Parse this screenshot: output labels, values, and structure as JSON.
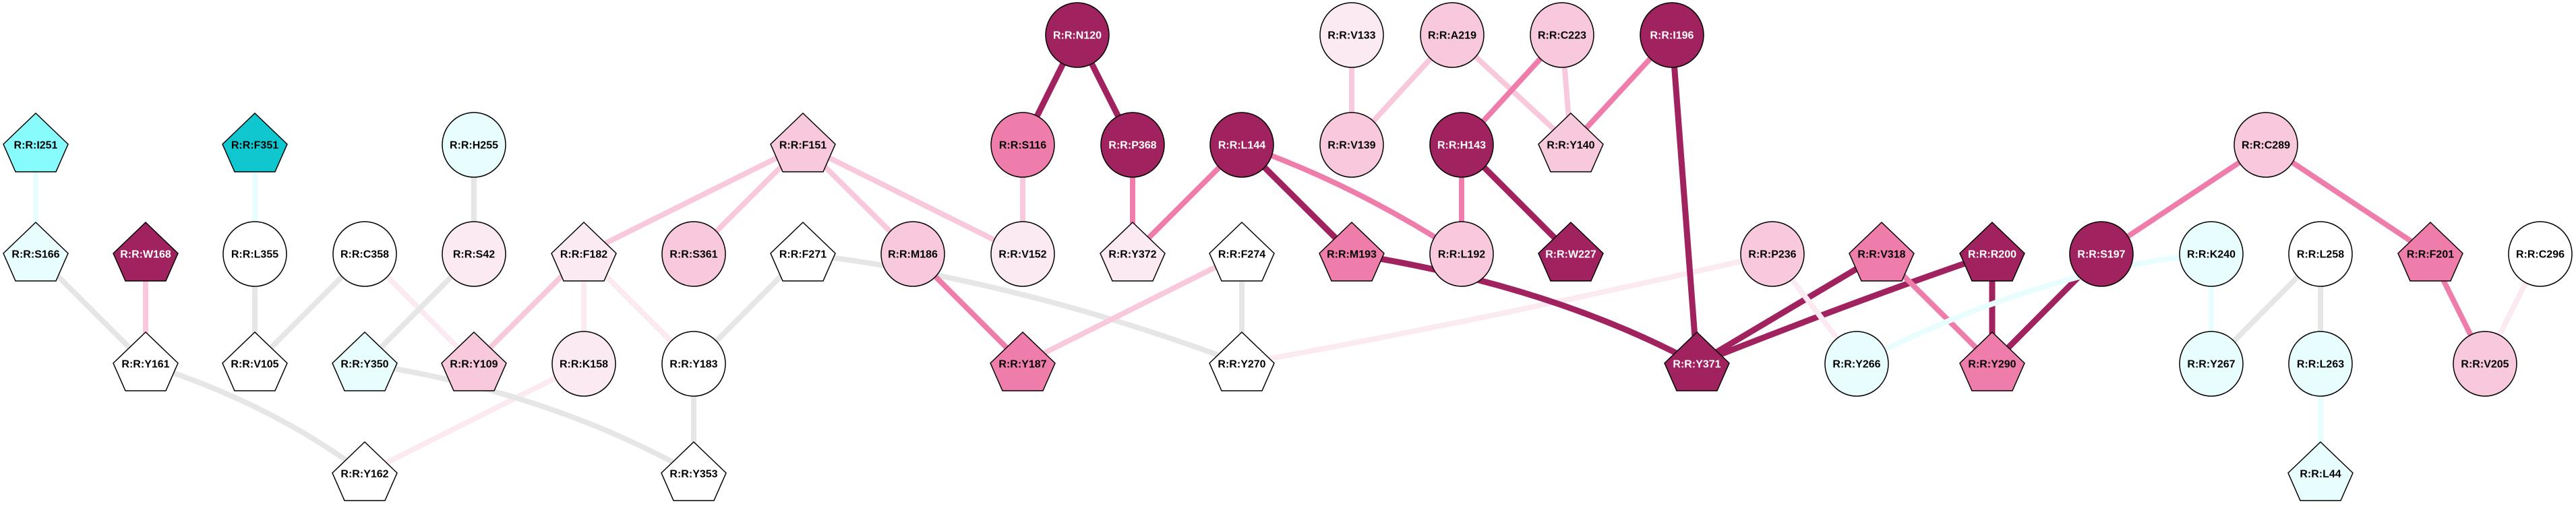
{
  "colors": {
    "dark": "#A0235F",
    "mid": "#EF7DAB",
    "light": "#F8C8DC",
    "verylight": "#FBEAF2",
    "white": "#FFFFFF",
    "lightcyan": "#E8FDFD",
    "cyan": "#88FCFC",
    "teal": "#10C7D0",
    "gray": "#E6E6E6"
  },
  "nodes": [
    {
      "id": "I251",
      "label": "R:R:I251",
      "shape": "pentagon",
      "fill": "cyan"
    },
    {
      "id": "F351",
      "label": "R:R:F351",
      "shape": "pentagon",
      "fill": "teal"
    },
    {
      "id": "H255",
      "label": "R:R:H255",
      "shape": "ellipse",
      "fill": "lightcyan"
    },
    {
      "id": "F151",
      "label": "R:R:F151",
      "shape": "pentagon",
      "fill": "light"
    },
    {
      "id": "N120",
      "label": "R:R:N120",
      "shape": "ellipse",
      "fill": "dark"
    },
    {
      "id": "S116",
      "label": "R:R:S116",
      "shape": "ellipse",
      "fill": "mid"
    },
    {
      "id": "P368",
      "label": "R:R:P368",
      "shape": "ellipse",
      "fill": "dark"
    },
    {
      "id": "L144",
      "label": "R:R:L144",
      "shape": "ellipse",
      "fill": "dark"
    },
    {
      "id": "V133",
      "label": "R:R:V133",
      "shape": "ellipse",
      "fill": "verylight"
    },
    {
      "id": "V139",
      "label": "R:R:V139",
      "shape": "ellipse",
      "fill": "light"
    },
    {
      "id": "A219",
      "label": "R:R:A219",
      "shape": "ellipse",
      "fill": "light"
    },
    {
      "id": "C223",
      "label": "R:R:C223",
      "shape": "ellipse",
      "fill": "light"
    },
    {
      "id": "I196",
      "label": "R:R:I196",
      "shape": "ellipse",
      "fill": "dark"
    },
    {
      "id": "H143",
      "label": "R:R:H143",
      "shape": "ellipse",
      "fill": "dark"
    },
    {
      "id": "Y140",
      "label": "R:R:Y140",
      "shape": "pentagon",
      "fill": "light"
    },
    {
      "id": "C289",
      "label": "R:R:C289",
      "shape": "ellipse",
      "fill": "light"
    },
    {
      "id": "S166",
      "label": "R:R:S166",
      "shape": "pentagon",
      "fill": "lightcyan"
    },
    {
      "id": "W168",
      "label": "R:R:W168",
      "shape": "pentagon",
      "fill": "dark"
    },
    {
      "id": "L355",
      "label": "R:R:L355",
      "shape": "ellipse",
      "fill": "white"
    },
    {
      "id": "C358",
      "label": "R:R:C358",
      "shape": "ellipse",
      "fill": "white"
    },
    {
      "id": "S42",
      "label": "R:R:S42",
      "shape": "ellipse",
      "fill": "verylight"
    },
    {
      "id": "F182",
      "label": "R:R:F182",
      "shape": "pentagon",
      "fill": "verylight"
    },
    {
      "id": "S361",
      "label": "R:R:S361",
      "shape": "ellipse",
      "fill": "light"
    },
    {
      "id": "F271",
      "label": "R:R:F271",
      "shape": "pentagon",
      "fill": "white"
    },
    {
      "id": "M186",
      "label": "R:R:M186",
      "shape": "ellipse",
      "fill": "light"
    },
    {
      "id": "V152",
      "label": "R:R:V152",
      "shape": "ellipse",
      "fill": "verylight"
    },
    {
      "id": "Y372",
      "label": "R:R:Y372",
      "shape": "pentagon",
      "fill": "verylight"
    },
    {
      "id": "F274",
      "label": "R:R:F274",
      "shape": "pentagon",
      "fill": "white"
    },
    {
      "id": "M193",
      "label": "R:R:M193",
      "shape": "pentagon",
      "fill": "mid"
    },
    {
      "id": "L192",
      "label": "R:R:L192",
      "shape": "ellipse",
      "fill": "light"
    },
    {
      "id": "W227",
      "label": "R:R:W227",
      "shape": "pentagon",
      "fill": "dark"
    },
    {
      "id": "P236",
      "label": "R:R:P236",
      "shape": "ellipse",
      "fill": "light"
    },
    {
      "id": "V318",
      "label": "R:R:V318",
      "shape": "pentagon",
      "fill": "mid"
    },
    {
      "id": "R200",
      "label": "R:R:R200",
      "shape": "pentagon",
      "fill": "dark"
    },
    {
      "id": "S197",
      "label": "R:R:S197",
      "shape": "ellipse",
      "fill": "dark"
    },
    {
      "id": "K240",
      "label": "R:R:K240",
      "shape": "ellipse",
      "fill": "lightcyan"
    },
    {
      "id": "L258",
      "label": "R:R:L258",
      "shape": "ellipse",
      "fill": "white"
    },
    {
      "id": "F201",
      "label": "R:R:F201",
      "shape": "pentagon",
      "fill": "mid"
    },
    {
      "id": "C296",
      "label": "R:R:C296",
      "shape": "ellipse",
      "fill": "white"
    },
    {
      "id": "Y161",
      "label": "R:R:Y161",
      "shape": "pentagon",
      "fill": "white"
    },
    {
      "id": "V105",
      "label": "R:R:V105",
      "shape": "pentagon",
      "fill": "white"
    },
    {
      "id": "Y350",
      "label": "R:R:Y350",
      "shape": "pentagon",
      "fill": "lightcyan"
    },
    {
      "id": "Y109",
      "label": "R:R:Y109",
      "shape": "pentagon",
      "fill": "light"
    },
    {
      "id": "K158",
      "label": "R:R:K158",
      "shape": "ellipse",
      "fill": "verylight"
    },
    {
      "id": "Y183",
      "label": "R:R:Y183",
      "shape": "ellipse",
      "fill": "white"
    },
    {
      "id": "Y187",
      "label": "R:R:Y187",
      "shape": "pentagon",
      "fill": "mid"
    },
    {
      "id": "Y270",
      "label": "R:R:Y270",
      "shape": "pentagon",
      "fill": "white"
    },
    {
      "id": "Y371",
      "label": "R:R:Y371",
      "shape": "pentagon",
      "fill": "dark"
    },
    {
      "id": "Y266",
      "label": "R:R:Y266",
      "shape": "ellipse",
      "fill": "lightcyan"
    },
    {
      "id": "Y290",
      "label": "R:R:Y290",
      "shape": "pentagon",
      "fill": "mid"
    },
    {
      "id": "Y267",
      "label": "R:R:Y267",
      "shape": "ellipse",
      "fill": "lightcyan"
    },
    {
      "id": "L263",
      "label": "R:R:L263",
      "shape": "ellipse",
      "fill": "lightcyan"
    },
    {
      "id": "V205",
      "label": "R:R:V205",
      "shape": "ellipse",
      "fill": "light"
    },
    {
      "id": "Y162",
      "label": "R:R:Y162",
      "shape": "pentagon",
      "fill": "white"
    },
    {
      "id": "Y353",
      "label": "R:R:Y353",
      "shape": "pentagon",
      "fill": "white"
    },
    {
      "id": "L44",
      "label": "R:R:L44",
      "shape": "pentagon",
      "fill": "lightcyan"
    }
  ],
  "edges": [
    {
      "s": "I251",
      "t": "S166",
      "color": "lightcyan"
    },
    {
      "s": "F351",
      "t": "L355",
      "color": "lightcyan"
    },
    {
      "s": "H255",
      "t": "S42",
      "color": "gray"
    },
    {
      "s": "S166",
      "t": "Y161",
      "color": "gray"
    },
    {
      "s": "W168",
      "t": "Y161",
      "color": "light"
    },
    {
      "s": "L355",
      "t": "V105",
      "color": "gray"
    },
    {
      "s": "C358",
      "t": "V105",
      "color": "gray"
    },
    {
      "s": "C358",
      "t": "Y109",
      "color": "verylight"
    },
    {
      "s": "S42",
      "t": "Y350",
      "color": "gray"
    },
    {
      "s": "F182",
      "t": "Y109",
      "color": "light"
    },
    {
      "s": "F182",
      "t": "K158",
      "color": "verylight"
    },
    {
      "s": "F182",
      "t": "Y183",
      "color": "verylight"
    },
    {
      "s": "F151",
      "t": "F182",
      "color": "light"
    },
    {
      "s": "F151",
      "t": "S361",
      "color": "light"
    },
    {
      "s": "F151",
      "t": "M186",
      "color": "light"
    },
    {
      "s": "F151",
      "t": "V152",
      "color": "light"
    },
    {
      "s": "Y161",
      "t": "Y162",
      "color": "gray"
    },
    {
      "s": "K158",
      "t": "Y162",
      "color": "verylight"
    },
    {
      "s": "Y350",
      "t": "Y353",
      "color": "gray"
    },
    {
      "s": "Y183",
      "t": "Y353",
      "color": "gray"
    },
    {
      "s": "F271",
      "t": "Y183",
      "color": "gray"
    },
    {
      "s": "F271",
      "t": "Y270",
      "color": "gray"
    },
    {
      "s": "M186",
      "t": "Y187",
      "color": "mid"
    },
    {
      "s": "F274",
      "t": "Y187",
      "color": "light"
    },
    {
      "s": "F274",
      "t": "Y270",
      "color": "gray"
    },
    {
      "s": "Y270",
      "t": "P236",
      "color": "verylight"
    },
    {
      "s": "N120",
      "t": "S116",
      "color": "dark"
    },
    {
      "s": "N120",
      "t": "P368",
      "color": "dark"
    },
    {
      "s": "S116",
      "t": "V152",
      "color": "light"
    },
    {
      "s": "P368",
      "t": "Y372",
      "color": "mid"
    },
    {
      "s": "L144",
      "t": "Y372",
      "color": "mid"
    },
    {
      "s": "L144",
      "t": "M193",
      "color": "dark"
    },
    {
      "s": "L144",
      "t": "L192",
      "color": "mid"
    },
    {
      "s": "V133",
      "t": "V139",
      "color": "light"
    },
    {
      "s": "A219",
      "t": "V139",
      "color": "light"
    },
    {
      "s": "A219",
      "t": "Y140",
      "color": "light"
    },
    {
      "s": "C223",
      "t": "H143",
      "color": "mid"
    },
    {
      "s": "C223",
      "t": "Y140",
      "color": "light"
    },
    {
      "s": "I196",
      "t": "Y140",
      "color": "mid"
    },
    {
      "s": "I196",
      "t": "Y371",
      "color": "dark"
    },
    {
      "s": "H143",
      "t": "L192",
      "color": "mid"
    },
    {
      "s": "H143",
      "t": "W227",
      "color": "dark"
    },
    {
      "s": "M193",
      "t": "Y371",
      "color": "dark"
    },
    {
      "s": "V318",
      "t": "Y371",
      "color": "dark"
    },
    {
      "s": "R200",
      "t": "Y371",
      "color": "dark"
    },
    {
      "s": "V318",
      "t": "Y290",
      "color": "mid"
    },
    {
      "s": "R200",
      "t": "Y290",
      "color": "dark"
    },
    {
      "s": "S197",
      "t": "Y290",
      "color": "dark"
    },
    {
      "s": "P236",
      "t": "Y266",
      "color": "verylight"
    },
    {
      "s": "Y266",
      "t": "K240",
      "color": "lightcyan"
    },
    {
      "s": "C289",
      "t": "S197",
      "color": "mid"
    },
    {
      "s": "C289",
      "t": "F201",
      "color": "mid"
    },
    {
      "s": "K240",
      "t": "Y267",
      "color": "lightcyan"
    },
    {
      "s": "L258",
      "t": "Y267",
      "color": "gray"
    },
    {
      "s": "L258",
      "t": "L263",
      "color": "gray"
    },
    {
      "s": "L263",
      "t": "L44",
      "color": "lightcyan"
    },
    {
      "s": "F201",
      "t": "V205",
      "color": "mid"
    },
    {
      "s": "C296",
      "t": "V205",
      "color": "verylight"
    }
  ]
}
